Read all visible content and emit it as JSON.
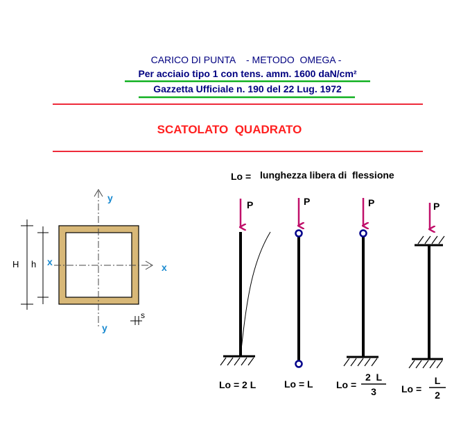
{
  "header": {
    "line1": "CARICO DI PUNTA    - METODO  OMEGA -",
    "line2": "Per acciaio tipo 1 con tens. amm. 1600 daN/cm²",
    "line3": "Gazzetta Ufficiale n. 190 del 22 Lug. 1972",
    "section_title": "SCATOLATO  QUADRATO"
  },
  "definition": {
    "symbol": "Lo =",
    "text": "lunghezza libera di  flessione"
  },
  "section": {
    "axis_y_top": "y",
    "axis_y_bottom": "y",
    "axis_x_left": "x",
    "axis_x_right": "x",
    "dim_outer": "H",
    "dim_inner": "h",
    "thickness": "s"
  },
  "cases": {
    "load_label": "P",
    "c1": {
      "formula": "Lo = 2 L"
    },
    "c2": {
      "formula": "Lo = L"
    },
    "c3": {
      "prefix": "Lo =",
      "num": "2  L",
      "den": "3"
    },
    "c4": {
      "prefix": "Lo =",
      "num": "L",
      "den": "2"
    }
  },
  "colors": {
    "title_blue": "#000080",
    "title_red": "#ff2020",
    "rule_red": "#ee2a3a",
    "underline_green": "#10b020",
    "arrow_magenta": "#c0106a",
    "axis_cyan": "#1a8ad0",
    "section_fill": "#d8b878",
    "hinge_blue": "#00008b"
  }
}
